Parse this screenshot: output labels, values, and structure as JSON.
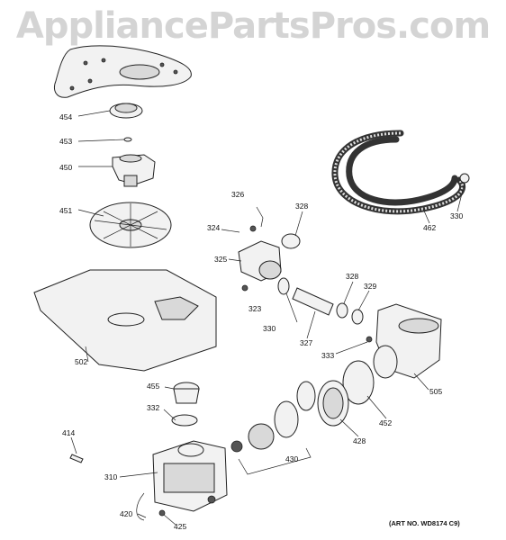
{
  "watermark": "AppliancePartsPros.com",
  "art_number": "(ART NO. WD8174 C9)",
  "parts": {
    "p454": "454",
    "p453": "453",
    "p450": "450",
    "p451": "451",
    "p326": "326",
    "p328a": "328",
    "p324": "324",
    "p325": "325",
    "p323": "323",
    "p330a": "330",
    "p328b": "328",
    "p329": "329",
    "p327": "327",
    "p462": "462",
    "p330b": "330",
    "p502": "502",
    "p333": "333",
    "p505": "505",
    "p455": "455",
    "p332": "332",
    "p452": "452",
    "p428": "428",
    "p414": "414",
    "p430": "430",
    "p310": "310",
    "p420": "420",
    "p425": "425"
  }
}
